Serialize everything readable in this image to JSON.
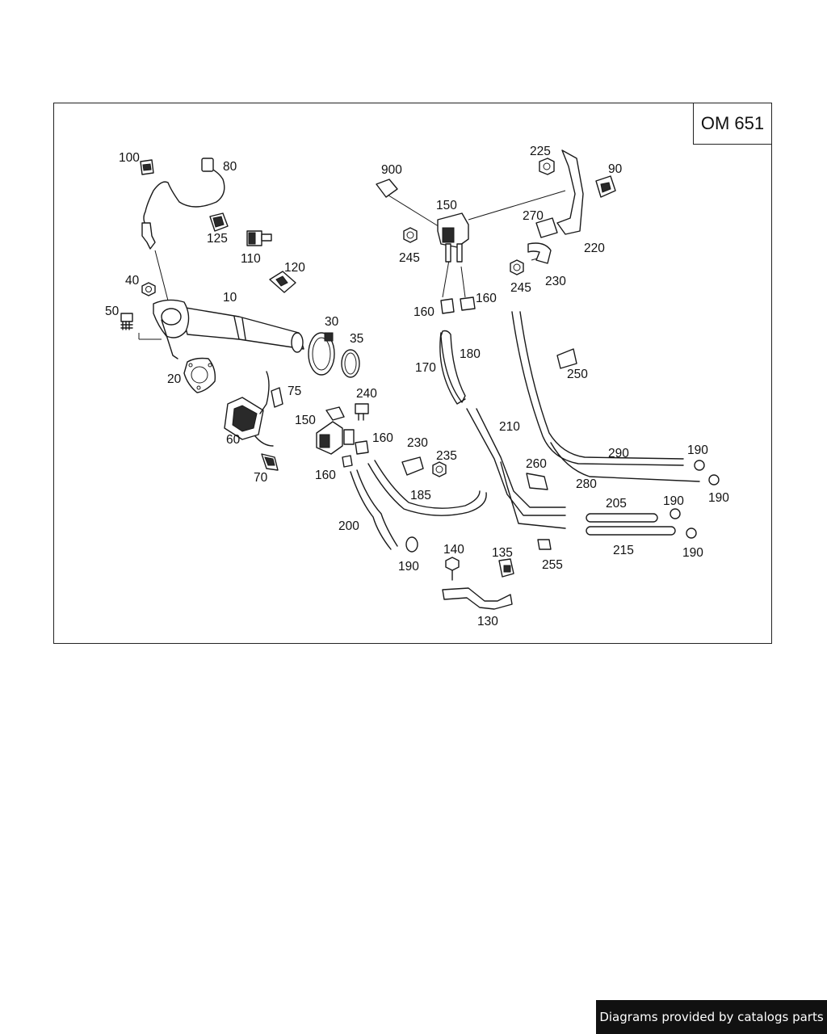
{
  "diagram": {
    "engine_code": "OM 651",
    "callouts": [
      {
        "id": "c-100",
        "text": "100"
      },
      {
        "id": "c-80",
        "text": "80"
      },
      {
        "id": "c-125",
        "text": "125"
      },
      {
        "id": "c-110",
        "text": "110"
      },
      {
        "id": "c-120",
        "text": "120"
      },
      {
        "id": "c-40",
        "text": "40"
      },
      {
        "id": "c-10",
        "text": "10"
      },
      {
        "id": "c-50",
        "text": "50"
      },
      {
        "id": "c-20",
        "text": "20"
      },
      {
        "id": "c-30",
        "text": "30"
      },
      {
        "id": "c-35",
        "text": "35"
      },
      {
        "id": "c-75",
        "text": "75"
      },
      {
        "id": "c-60",
        "text": "60"
      },
      {
        "id": "c-70",
        "text": "70"
      },
      {
        "id": "c-900",
        "text": "900"
      },
      {
        "id": "c-150-top",
        "text": "150"
      },
      {
        "id": "c-245-left",
        "text": "245"
      },
      {
        "id": "c-160-a",
        "text": "160"
      },
      {
        "id": "c-160-b",
        "text": "160"
      },
      {
        "id": "c-225",
        "text": "225"
      },
      {
        "id": "c-90",
        "text": "90"
      },
      {
        "id": "c-270",
        "text": "270"
      },
      {
        "id": "c-220",
        "text": "220"
      },
      {
        "id": "c-245-right",
        "text": "245"
      },
      {
        "id": "c-230-top",
        "text": "230"
      },
      {
        "id": "c-170",
        "text": "170"
      },
      {
        "id": "c-180",
        "text": "180"
      },
      {
        "id": "c-250",
        "text": "250"
      },
      {
        "id": "c-240",
        "text": "240"
      },
      {
        "id": "c-150-mid",
        "text": "150"
      },
      {
        "id": "c-160-c",
        "text": "160"
      },
      {
        "id": "c-160-d",
        "text": "160"
      },
      {
        "id": "c-230-mid",
        "text": "230"
      },
      {
        "id": "c-235",
        "text": "235"
      },
      {
        "id": "c-210",
        "text": "210"
      },
      {
        "id": "c-290",
        "text": "290"
      },
      {
        "id": "c-190-a",
        "text": "190"
      },
      {
        "id": "c-280",
        "text": "280"
      },
      {
        "id": "c-190-b",
        "text": "190"
      },
      {
        "id": "c-260",
        "text": "260"
      },
      {
        "id": "c-185",
        "text": "185"
      },
      {
        "id": "c-205",
        "text": "205"
      },
      {
        "id": "c-190-c",
        "text": "190"
      },
      {
        "id": "c-200",
        "text": "200"
      },
      {
        "id": "c-215",
        "text": "215"
      },
      {
        "id": "c-190-d",
        "text": "190"
      },
      {
        "id": "c-190-e",
        "text": "190"
      },
      {
        "id": "c-140",
        "text": "140"
      },
      {
        "id": "c-135",
        "text": "135"
      },
      {
        "id": "c-255",
        "text": "255"
      },
      {
        "id": "c-130",
        "text": "130"
      }
    ]
  },
  "footer": {
    "credit": "Diagrams provided by catalogs parts"
  }
}
